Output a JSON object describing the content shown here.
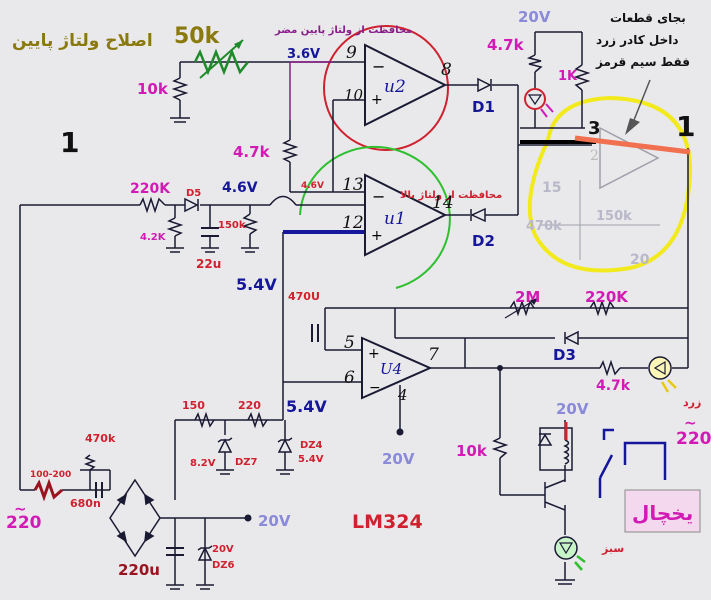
{
  "title_persian": "اصلاح ولتاژ پایین",
  "pot_value": "50k",
  "low_protect_label": "محافظت از ولتاژ پایین مضر",
  "high_protect_label": "محافظت از ولتاژ بالا",
  "replace_note": [
    "بجای قطعات",
    "داخل کادر زرد",
    "فقط سیم قرمز"
  ],
  "section_marks": [
    "1",
    "1",
    "3"
  ],
  "ic_label": "LM324",
  "fridge_label": "یخچال",
  "ac_label": "220",
  "opamps": [
    "u2",
    "u1",
    "U4"
  ],
  "pins": [
    "9",
    "10",
    "8",
    "13",
    "12",
    "14",
    "5",
    "6",
    "7",
    "4",
    "2"
  ],
  "voltages": [
    "3.6V",
    "4.6V",
    "4.6V",
    "5.4V",
    "5.4V",
    "8.2V",
    "5.4V",
    "20V",
    "20V",
    "20V",
    "20V",
    "20V"
  ],
  "resistors": [
    "10k",
    "4.7k",
    "4.7k",
    "1K",
    "220K",
    "4.2K",
    "150k",
    "2M",
    "220K",
    "4.7k",
    "10k",
    "150",
    "220",
    "470k",
    "100-200",
    "15",
    "470k",
    "150k",
    "20"
  ],
  "capacitors": [
    "22u",
    "470U",
    "680n",
    "220u"
  ],
  "semis": [
    "D1",
    "D2",
    "D3",
    "D5",
    "DZ4",
    "DZ7",
    "DZ6"
  ],
  "led_labels": [
    "زرد",
    "سبز"
  ],
  "colors": {
    "wire": "#1a1a33",
    "purple": "#8a1d8a",
    "red": "#d0212e",
    "green": "#2fbf2f",
    "yellow": "#f2ea1d",
    "magenta": "#d21ab4",
    "blue": "#15169a",
    "lilac": "#8a8ad8",
    "olive": "#8a7a0e",
    "maroon": "#9a1420"
  }
}
